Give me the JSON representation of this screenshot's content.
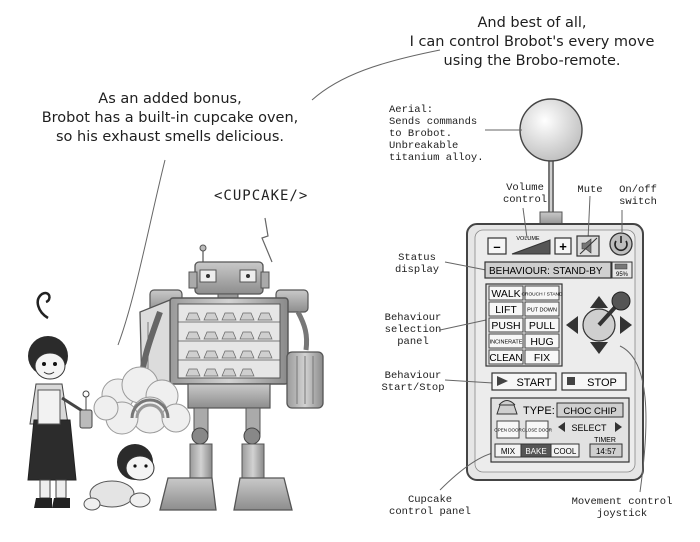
{
  "speech": {
    "right": [
      "And best of all,",
      "I can control Brobot's every move",
      "using the Brobo-remote."
    ],
    "left": [
      "As an added bonus,",
      "Brobot has a built-in cupcake oven,",
      "so his exhaust smells delicious."
    ]
  },
  "cupcake_tag": "<CUPCAKE/>",
  "callouts": {
    "aerial": [
      "Aerial:",
      "Sends commands",
      "to Brobot.",
      "Unbreakable",
      "titanium alloy."
    ],
    "volume_control": [
      "Volume",
      "control"
    ],
    "mute": [
      "Mute"
    ],
    "onoff": [
      "On/off",
      "switch"
    ],
    "status_display": [
      "Status",
      "display"
    ],
    "behaviour_selection": [
      "Behaviour",
      "selection",
      "panel"
    ],
    "behaviour_startstop": [
      "Behaviour",
      "Start/Stop"
    ],
    "cupcake_panel": [
      "Cupcake",
      "control panel"
    ],
    "movement_joystick": [
      "Movement control",
      "joystick"
    ]
  },
  "remote": {
    "volume_word": "VOLUME",
    "minus": "–",
    "plus": "+",
    "status": "BEHAVIOUR: STAND-BY",
    "battery": "95%",
    "behaviours": [
      [
        "WALK",
        "CROUCH / STAND"
      ],
      [
        "LIFT",
        "PUT DOWN"
      ],
      [
        "PUSH",
        "PULL"
      ],
      [
        "INCINERATE",
        "HUG"
      ],
      [
        "CLEAN",
        "FIX"
      ]
    ],
    "start": "START",
    "stop": "STOP",
    "type_label": "TYPE:",
    "type_value": "CHOC CHIP",
    "open_door": "OPEN DOOR",
    "close_door": "CLOSE DOOR",
    "select": "SELECT",
    "timer_label": "TIMER",
    "timer_value": "14:57",
    "mix": "MIX",
    "bake": "BAKE",
    "cool": "COOL"
  }
}
